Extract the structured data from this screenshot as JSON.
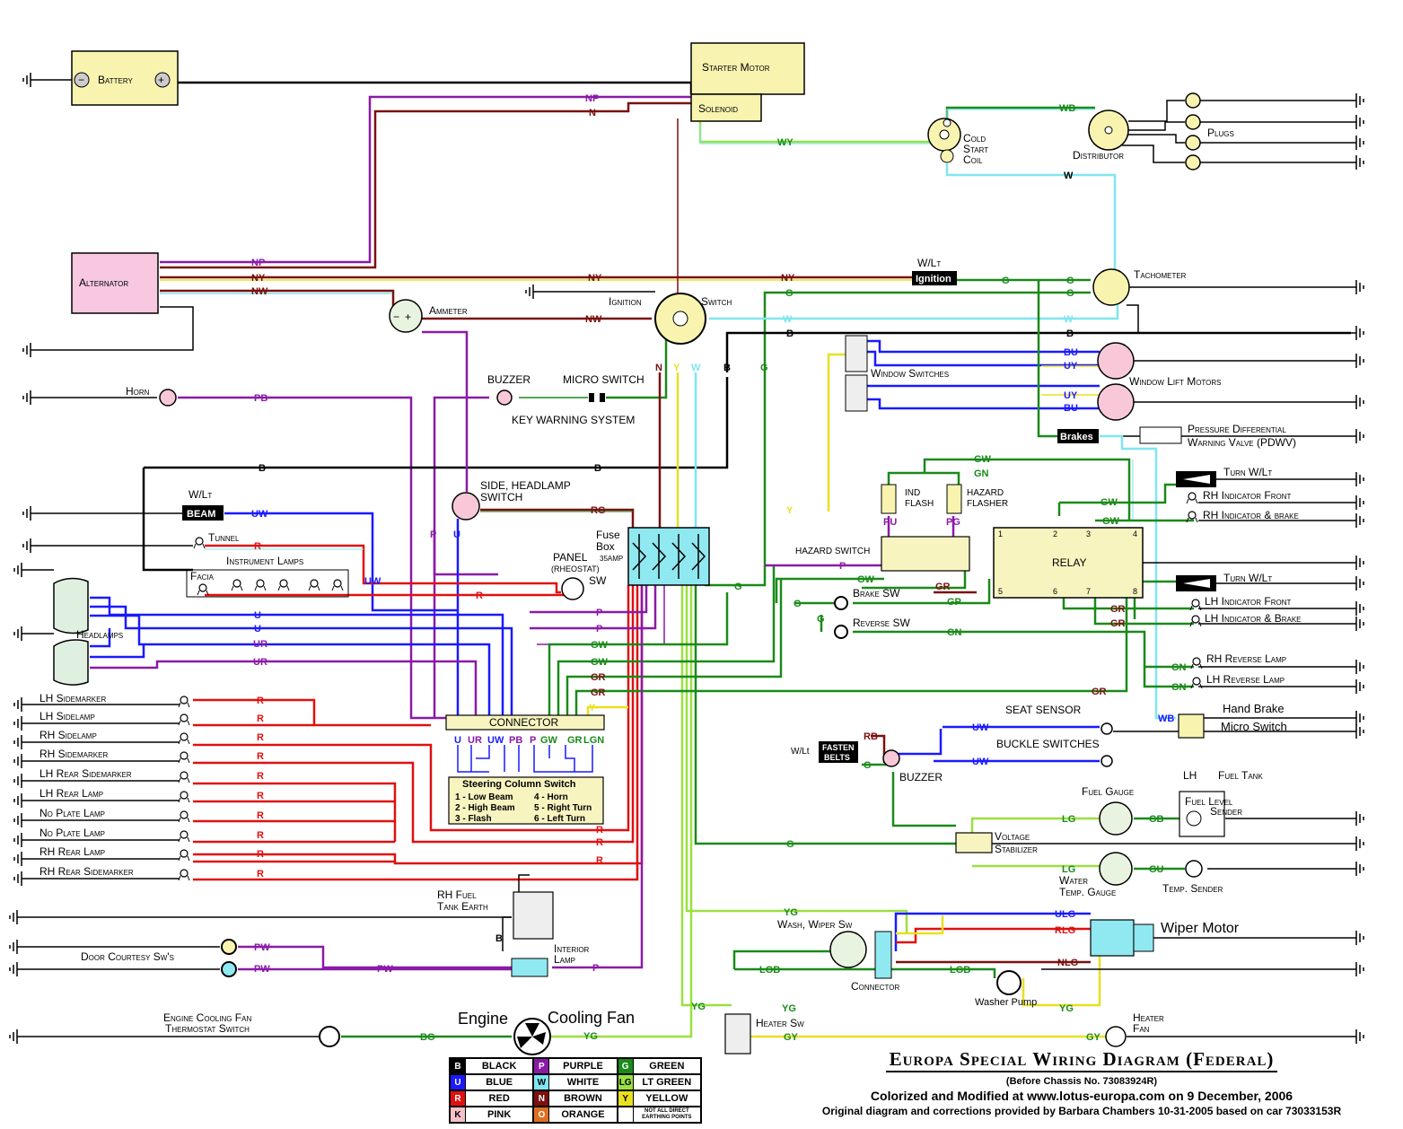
{
  "colors": {
    "black": "#000000",
    "blue": "#1a1aff",
    "red": "#e01010",
    "pink": "#f5c0c8",
    "purple": "#8a1aa8",
    "white_wire": "#7fe6f0",
    "brown": "#7a1010",
    "orange": "#e07020",
    "green": "#1a8a1a",
    "lt_green": "#9ae040",
    "yellow": "#e8e020",
    "battery_fill": "#f8f4b0",
    "alternator_fill": "#f8c8e0",
    "fuse_fill": "#90e8f0",
    "tan_fill": "#f8f0c0"
  },
  "components": {
    "battery": "Battery",
    "starter_motor": "Starter Motor",
    "solenoid": "Solenoid",
    "cold_start_coil": [
      "Cold",
      "Start",
      "Coil"
    ],
    "distributor": "Distributor",
    "plugs": "Plugs",
    "alternator": "Alternator",
    "ammeter": "Ammeter",
    "ignition": "Ignition",
    "switch": "Switch",
    "w_lt": "W/Lt",
    "ignition_box": "Ignition",
    "tachometer": "Tachometer",
    "window_switches": "Window Switches",
    "window_lift_motors": "Window Lift Motors",
    "horn": "Horn",
    "buzzer": "BUZZER",
    "micro_switch": "MICRO SWITCH",
    "key_warning_system": "KEY WARNING SYSTEM",
    "brakes": "Brakes",
    "pdwv": [
      "Pressure Differential",
      "Warning Valve (PDWV)"
    ],
    "side_headlamp_switch": [
      "SIDE, HEADLAMP",
      "SWITCH"
    ],
    "beam_wlt": "W/Lt",
    "beam": "BEAM",
    "tunnel": "Tunnel",
    "instrument_lamps": "Instrument Lamps",
    "facia": "Facia",
    "fuse_box": [
      "Fuse",
      "Box"
    ],
    "fuse_amp": "35AMP",
    "panel_rheostat": [
      "PANEL",
      "(RHEOSTAT)",
      "SW"
    ],
    "ind_flash": [
      "IND",
      "FLASH"
    ],
    "hazard_flasher": [
      "HAZARD",
      "FLASHER"
    ],
    "hazard_switch": "HAZARD SWITCH",
    "relay": "RELAY",
    "turn_wlt_1": "Turn W/Lt",
    "rh_indicator_front": "RH Indicator Front",
    "rh_indicator_brake": "RH Indicator & brake",
    "turn_wlt_2": "Turn W/Lt",
    "lh_indicator_front": "LH Indicator Front",
    "lh_indicator_brake": "LH Indicator & Brake",
    "rh_reverse_lamp": "RH Reverse Lamp",
    "lh_reverse_lamp": "LH Reverse Lamp",
    "hand_brake": "Hand Brake",
    "micro_switch_2": "Micro Switch",
    "brake_sw": "Brake SW",
    "reverse_sw": "Reverse SW",
    "headlamps": "Headlamps",
    "connector": "CONNECTOR",
    "seat_sensor": "SEAT SENSOR",
    "buckle_switches": "BUCKLE SWITCHES",
    "fasten_belts": [
      "FASTEN",
      "BELTS"
    ],
    "fasten_wlt": "W/Lt",
    "buzzer_2": "BUZZER",
    "fuel_tank": [
      "LH",
      "Fuel Tank"
    ],
    "fuel_gauge": "Fuel Gauge",
    "fuel_level_sender": [
      "Fuel Level",
      "Sender"
    ],
    "voltage_stabilizer": [
      "Voltage",
      "Stabilizer"
    ],
    "water_temp_gauge": [
      "Water",
      "Temp. Gauge"
    ],
    "temp_sender": "Temp. Sender",
    "rh_fuel_tank_earth": [
      "RH Fuel",
      "Tank Earth"
    ],
    "wash_wiper_sw": "Wash, Wiper Sw",
    "wiper_motor": "Wiper Motor",
    "connector_2": "Connector",
    "washer_pump": "Washer Pump",
    "door_courtesy": "Door Courtesy Sw's",
    "interior_lamp": [
      "Interior",
      "Lamp"
    ],
    "heater_sw": "Heater Sw",
    "heater_fan": [
      "Heater",
      "Fan"
    ],
    "engine_thermostat": [
      "Engine Cooling Fan",
      "Thermostat Switch"
    ],
    "engine_cooling_fan_a": "Engine",
    "engine_cooling_fan_b": "Cooling Fan"
  },
  "left_lamps": [
    "LH Sidemarker",
    "LH Sidelamp",
    "RH Sidelamp",
    "RH Sidemarker",
    "LH Rear Sidemarker",
    "LH Rear Lamp",
    "No Plate Lamp",
    "No Plate Lamp",
    "RH Rear Lamp",
    "RH Rear Sidemarker"
  ],
  "steering_column": {
    "title": "Steering Column Switch",
    "items": [
      "1 - Low Beam",
      "2 - High Beam",
      "3 - Flash",
      "4 - Horn",
      "5 - Right Turn",
      "6 - Left Turn"
    ],
    "pins": [
      "U",
      "UR",
      "UW",
      "PB",
      "P",
      "GW",
      "GR",
      "LGN"
    ]
  },
  "wire_labels": {
    "np": "NP",
    "n": "N",
    "wy": "WY",
    "wb": "WB",
    "w": "W",
    "ny": "NY",
    "nw": "NW",
    "g": "G",
    "b": "B",
    "bu": "BU",
    "uy": "UY",
    "uy2": "UY",
    "bu2": "BU",
    "pb": "PB",
    "rg": "RG",
    "uw": "UW",
    "r": "R",
    "p": "P",
    "u": "U",
    "ur": "UR",
    "gw": "GW",
    "gn": "GN",
    "gr": "GR",
    "gp": "GP",
    "pu": "PU",
    "pg": "PG",
    "lg": "LG",
    "gb": "GB",
    "gu": "GU",
    "yg": "YG",
    "ulg": "ULG",
    "rlg": "RLG",
    "nlg": "NLG",
    "lgb": "LGB",
    "pw": "PW",
    "bg": "BG",
    "gy": "GY",
    "y": "Y",
    "rb": "RB"
  },
  "legend": [
    {
      "code": "B",
      "name": "BLACK",
      "bg": "#000000",
      "fg": "#ffffff"
    },
    {
      "code": "P",
      "name": "PURPLE",
      "bg": "#8a1aa8",
      "fg": "#ffffff"
    },
    {
      "code": "G",
      "name": "GREEN",
      "bg": "#1a8a1a",
      "fg": "#ffffff"
    },
    {
      "code": "U",
      "name": "BLUE",
      "bg": "#1a1aff",
      "fg": "#ffffff"
    },
    {
      "code": "W",
      "name": "WHITE",
      "bg": "#7fe6f0",
      "fg": "#000000"
    },
    {
      "code": "LG",
      "name": "LT GREEN",
      "bg": "#9ae040",
      "fg": "#000000"
    },
    {
      "code": "R",
      "name": "RED",
      "bg": "#e01010",
      "fg": "#ffffff"
    },
    {
      "code": "N",
      "name": "BROWN",
      "bg": "#7a1010",
      "fg": "#ffffff"
    },
    {
      "code": "Y",
      "name": "YELLOW",
      "bg": "#e8e020",
      "fg": "#000000"
    },
    {
      "code": "K",
      "name": "PINK",
      "bg": "#f5c0c8",
      "fg": "#000000"
    },
    {
      "code": "O",
      "name": "ORANGE",
      "bg": "#e07020",
      "fg": "#ffffff"
    },
    {
      "code": "",
      "name": "NOT ALL DIRECT EARTHING POINTS",
      "bg": "#ffffff",
      "fg": "#000000"
    }
  ],
  "title": {
    "main": "Europa Special Wiring Diagram (Federal)",
    "sub1": "(Before Chassis No. 73083924R)",
    "sub2": "Colorized and Modified at www.lotus-europa.com on 9 December, 2006",
    "sub3": "Original diagram and corrections provided by Barbara Chambers 10-31-2005 based on car 73033153R"
  }
}
